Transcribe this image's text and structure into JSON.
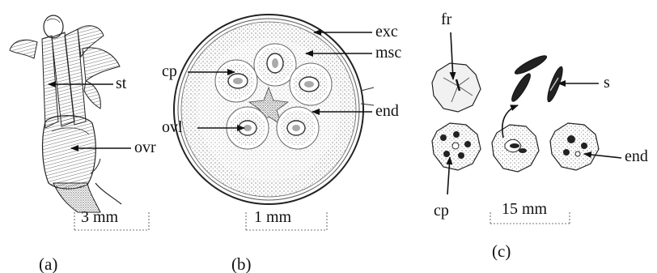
{
  "panels": [
    {
      "id": "a",
      "caption": "(a)",
      "labels": {
        "st": "st",
        "ovr": "ovr"
      },
      "scale_bar": "3 mm"
    },
    {
      "id": "b",
      "caption": "(b)",
      "labels": {
        "exc": "exc",
        "msc": "msc",
        "cp": "cp",
        "end": "end",
        "ovl": "ovl"
      },
      "scale_bar": "1 mm"
    },
    {
      "id": "c",
      "caption": "(c)",
      "labels": {
        "fr": "fr",
        "s": "s",
        "end": "end",
        "cp": "cp"
      },
      "scale_bar": "15 mm"
    }
  ],
  "colors": {
    "ink": "#111111",
    "stipple": "#9a9a9a",
    "light_fill": "#e6e6e6",
    "background": "#ffffff"
  }
}
